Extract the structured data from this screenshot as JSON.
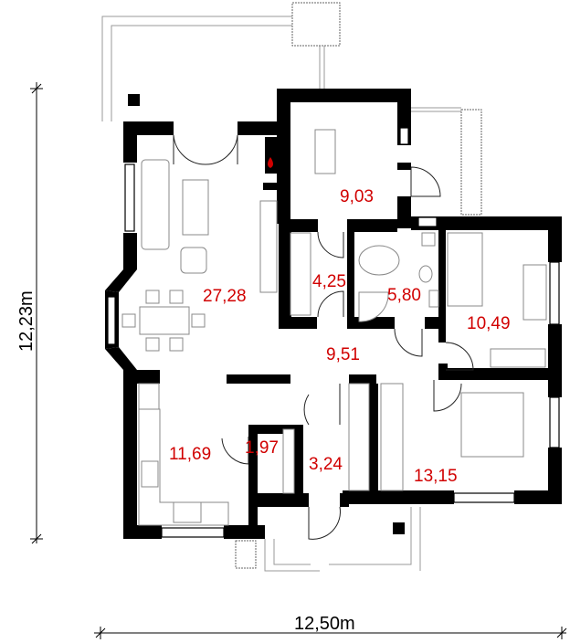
{
  "plan": {
    "rooms": [
      {
        "id": "study",
        "area": "9,03"
      },
      {
        "id": "living-dining",
        "area": "27,28"
      },
      {
        "id": "storage",
        "area": "4,25"
      },
      {
        "id": "bathroom",
        "area": "5,80"
      },
      {
        "id": "bedroom-small",
        "area": "10,49"
      },
      {
        "id": "hallway",
        "area": "9,51"
      },
      {
        "id": "kitchen",
        "area": "11,69"
      },
      {
        "id": "pantry",
        "area": "1,97"
      },
      {
        "id": "entrance",
        "area": "3,24"
      },
      {
        "id": "bedroom-main",
        "area": "13,15"
      }
    ],
    "dimensions": {
      "height": "12,23m",
      "width": "12,50m"
    },
    "colors": {
      "area_label": "#d10000",
      "walls": "#000000"
    }
  }
}
